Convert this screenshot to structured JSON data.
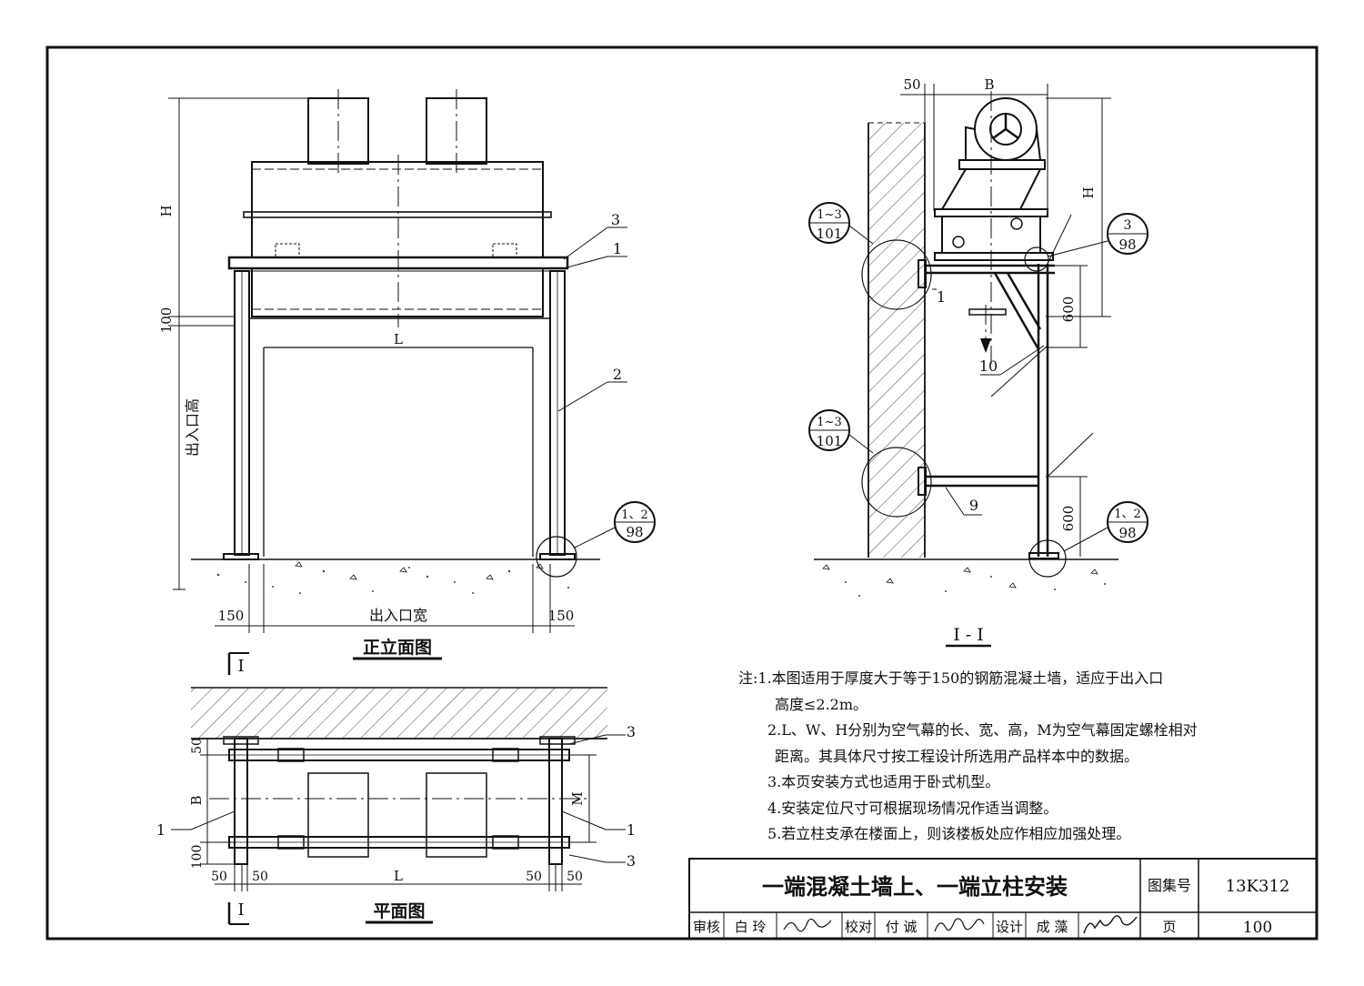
{
  "elevation": {
    "title": "正立面图",
    "dim_H": "H",
    "dim_100": "100",
    "dim_opening_height": "出入口高",
    "dim_L": "L",
    "dim_opening_width": "出入口宽",
    "dim_150_left": "150",
    "dim_150_right": "150",
    "callout_1": "1",
    "callout_2": "2",
    "callout_3": "3",
    "detail_ref": {
      "top": "1、2",
      "bottom": "98"
    }
  },
  "section": {
    "title": "I - I",
    "dim_50": "50",
    "dim_B": "B",
    "dim_H": "H",
    "dim_600_upper": "600",
    "dim_600_lower": "600",
    "callout_1": "1",
    "callout_9": "9",
    "callout_10": "10",
    "detail_ref_upper": {
      "top": "1~3",
      "bottom": "101"
    },
    "detail_ref_lower": {
      "top": "1~3",
      "bottom": "101"
    },
    "detail_ref_bracket": {
      "top": "3",
      "bottom": "98"
    },
    "detail_ref_base": {
      "top": "1、2",
      "bottom": "98"
    }
  },
  "plan": {
    "title": "平面图",
    "section_mark_top": "I",
    "section_mark_bottom": "I",
    "dim_50_top": "50",
    "dim_B": "B",
    "dim_100": "100",
    "dim_M": "M",
    "dim_L": "L",
    "dim_50_a": "50",
    "dim_50_b": "50",
    "dim_50_c": "50",
    "dim_50_d": "50",
    "callout_1_left": "1",
    "callout_1_right": "1",
    "callout_3_top": "3",
    "callout_3_bottom": "3"
  },
  "notes": {
    "lead": "注:",
    "items": [
      "1.本图适用于厚度大于等于150的钢筋混凝土墙，适应于出入口",
      "高度≤2.2m。",
      "2.L、W、H分别为空气幕的长、宽、高，M为空气幕固定螺栓相对",
      "距离。其具体尺寸按工程设计所选用产品样本中的数据。",
      "3.本页安装方式也适用于卧式机型。",
      "4.安装定位尺寸可根据现场情况作适当调整。",
      "5.若立柱支承在楼面上，则该楼板处应作相应加强处理。"
    ]
  },
  "title_block": {
    "drawing_title": "一端混凝土墙上、一端立柱安装",
    "atlas_label": "图集号",
    "atlas_no": "13K312",
    "review_label": "审核",
    "reviewer": "白  玲",
    "check_label": "校对",
    "checker": "付  诚",
    "design_label": "设计",
    "designer": "成  藻",
    "page_label": "页",
    "page_no": "100"
  }
}
